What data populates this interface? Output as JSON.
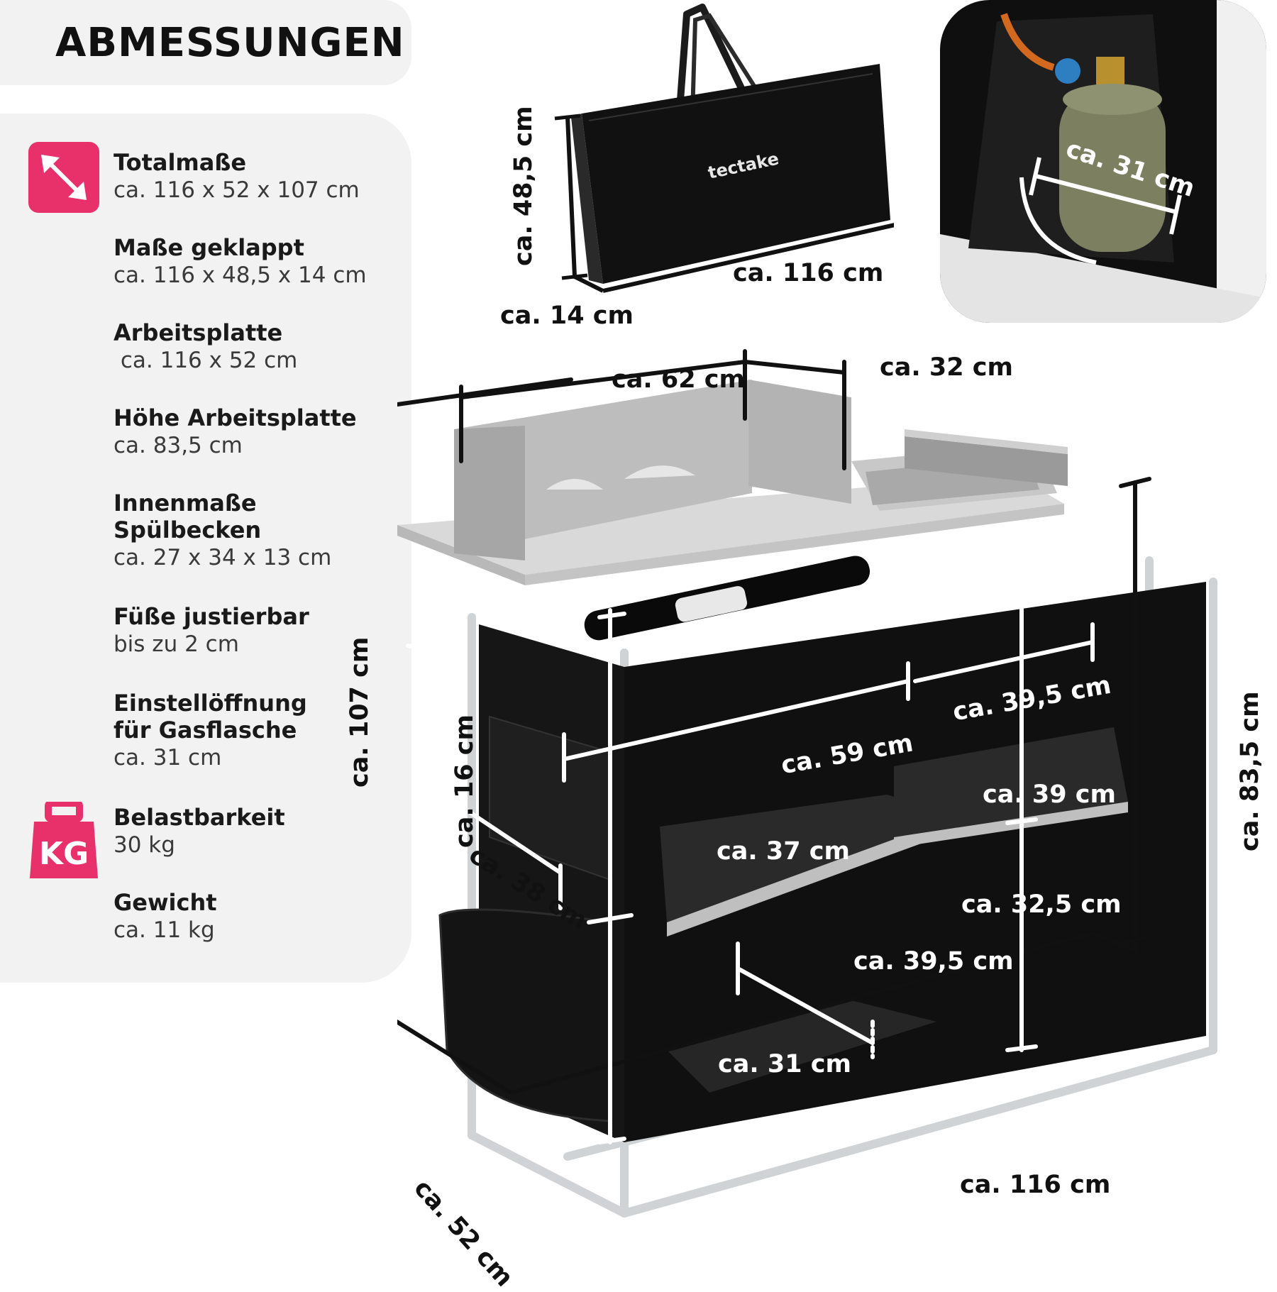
{
  "header": {
    "title": "ABMESSUNGEN"
  },
  "specs": [
    {
      "label": "Totalmaße",
      "value": "ca. 116 x 52 x 107 cm",
      "icon": "diagonal-arrows-icon"
    },
    {
      "label": "Maße geklappt",
      "value": "ca. 116 x 48,5 x 14 cm"
    },
    {
      "label": "Arbeitsplatte",
      "value": " ca. 116 x 52 cm"
    },
    {
      "label": "Höhe Arbeitsplatte",
      "value": "ca. 83,5 cm"
    },
    {
      "label": "Innenmaße",
      "label2": "Spülbecken",
      "value": "ca. 27 x 34 x 13 cm"
    },
    {
      "label": "Füße justierbar",
      "value": "bis zu 2 cm"
    },
    {
      "label": "Einstellöffnung",
      "label2": "für Gasflasche",
      "value": "ca. 31 cm"
    },
    {
      "label": "Belastbarkeit",
      "value": "30 kg",
      "icon": "weight-kg-icon",
      "icon_text": "KG"
    },
    {
      "label": "Gewicht",
      "value": "ca. 11 kg"
    }
  ],
  "bag": {
    "brand": "tectake",
    "height": "ca. 48,5 cm",
    "width": "ca. 116 cm",
    "depth": "ca. 14 cm"
  },
  "gas": {
    "opening": "ca. 31 cm"
  },
  "kitchen": {
    "total_height": "ca. 107 cm",
    "worktop_height": "ca. 83,5 cm",
    "width": "ca. 116 cm",
    "depth": "ca. 52 cm",
    "windscreen_main": "ca. 62 cm",
    "windscreen_side": "ca. 32 cm",
    "pocket_height": "ca. 16 cm",
    "pocket_width": "ca. 38 cm",
    "left_width": "ca. 59 cm",
    "right_width": "ca. 39,5 cm",
    "left_upper": "ca. 37 cm",
    "left_lower": "ca. 31 cm",
    "left_depth": "ca. 39,5 cm",
    "right_upper": "ca. 39 cm",
    "right_lower": "ca. 32,5 cm"
  },
  "colors": {
    "accent": "#e8306a",
    "panel": "#f2f2f2",
    "fabric": "#151515",
    "frame": "#d4d7da"
  }
}
